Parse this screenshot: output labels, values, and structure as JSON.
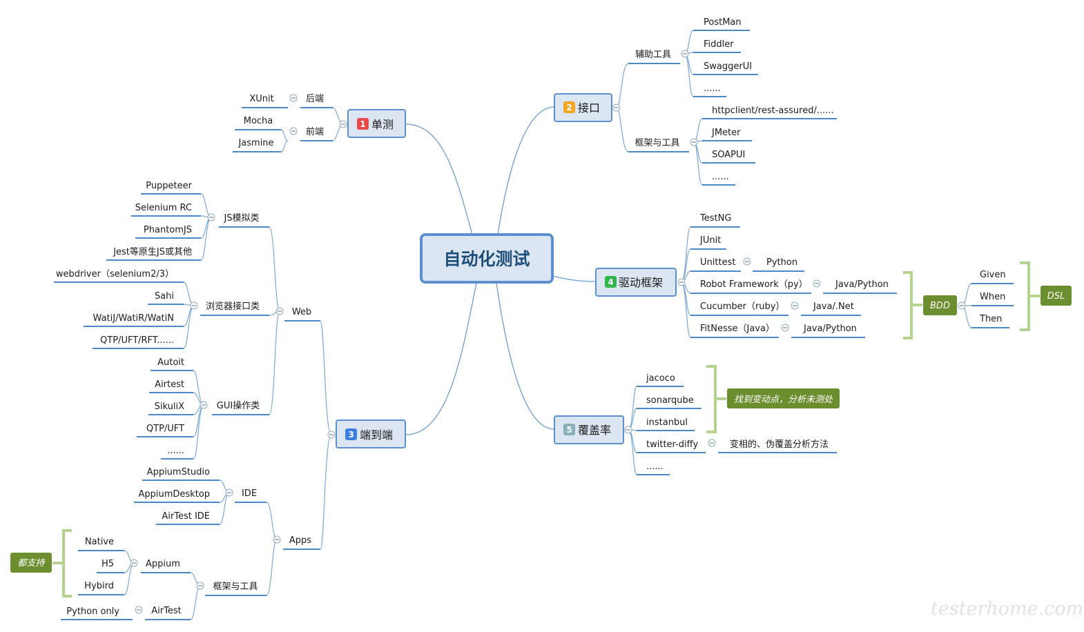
{
  "central": "自动化测试",
  "branches": {
    "unit": {
      "num": "1",
      "label": "单测",
      "num_color": "#e84a4a",
      "subs": [
        {
          "label": "后端",
          "leaves": [
            "XUnit"
          ]
        },
        {
          "label": "前端",
          "leaves": [
            "Mocha",
            "Jasmine"
          ]
        }
      ]
    },
    "api": {
      "num": "2",
      "label": "接口",
      "num_color": "#f5a623",
      "subs": [
        {
          "label": "辅助工具",
          "leaves": [
            "PostMan",
            "Fiddler",
            "SwaggerUI",
            "......"
          ]
        },
        {
          "label": "框架与工具",
          "leaves": [
            "httpclient/rest-assured/......",
            "JMeter",
            "SOAPUI",
            "......"
          ]
        }
      ]
    },
    "e2e": {
      "num": "3",
      "label": "端到端",
      "num_color": "#3d7fe0",
      "web": {
        "label": "Web",
        "js": {
          "label": "JS模拟类",
          "leaves": [
            "Puppeteer",
            "Selenium RC",
            "PhantomJS",
            "Jest等原生JS或其他"
          ]
        },
        "browser": {
          "label": "浏览器接口类",
          "leaves": [
            "webdriver（selenium2/3）",
            "Sahi",
            "WatiJ/WatiR/WatiN",
            "QTP/UFT/RFT......"
          ]
        },
        "gui": {
          "label": "GUI操作类",
          "leaves": [
            "Autoit",
            "Airtest",
            "SikuliX",
            "QTP/UFT",
            "......"
          ]
        }
      },
      "apps": {
        "label": "Apps",
        "ide": {
          "label": "IDE",
          "leaves": [
            "AppiumStudio",
            "AppiumDesktop",
            "AirTest IDE"
          ]
        },
        "fw": {
          "label": "框架与工具",
          "appium": {
            "label": "Appium",
            "leaves": [
              "Native",
              "H5",
              "Hybird"
            ],
            "note": "都支持"
          },
          "airtest": {
            "label": "AirTest",
            "leaves": [
              "Python only"
            ]
          }
        }
      }
    },
    "drive": {
      "num": "4",
      "label": "驱动框架",
      "num_color": "#2fb84a",
      "items": [
        {
          "label": "TestNG"
        },
        {
          "label": "JUnit"
        },
        {
          "label": "Unittest",
          "child": "Python"
        },
        {
          "label": "Robot Framework（py）",
          "child": "Java/Python"
        },
        {
          "label": "Cucumber（ruby）",
          "child": "Java/.Net"
        },
        {
          "label": "FitNesse（Java）",
          "child": "Java/Python"
        }
      ],
      "bdd": {
        "label": "BDD",
        "leaves": [
          "Given",
          "When",
          "Then"
        ],
        "dsl": "DSL"
      }
    },
    "coverage": {
      "num": "5",
      "label": "覆盖率",
      "num_color": "#8ab0b8",
      "leaves": [
        "jacoco",
        "sonarqube",
        "instanbul",
        "twitter-diffy",
        "......"
      ],
      "note": "找到变动点，分析未测处",
      "diffy_child": "变相的、伪覆盖分析方法"
    }
  },
  "watermark": "testerhome.com",
  "colors": {
    "node_fill": "#dce6f2",
    "node_border": "#5b8fd0",
    "note_fill": "#6d8e2f",
    "bracket": "#b6d28f",
    "line": "#4a86c8"
  }
}
